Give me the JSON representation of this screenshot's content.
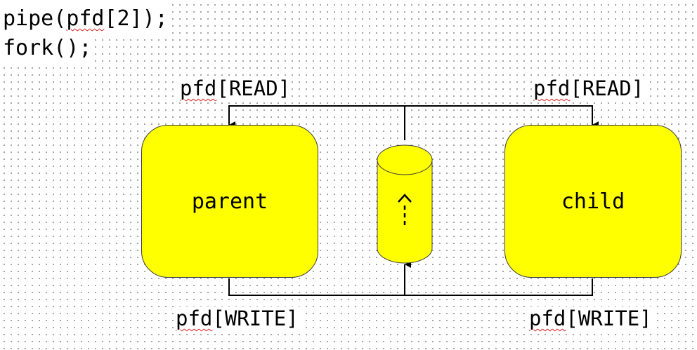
{
  "code": {
    "line1": {
      "before": "pipe(",
      "marked": "pfd",
      "after": "[2]);"
    },
    "line2": "fork();"
  },
  "labels": {
    "parent_read": {
      "marked": "pfd",
      "rest": "[READ]"
    },
    "child_read": {
      "marked": "pfd",
      "rest": "[READ]"
    },
    "parent_write": {
      "marked": "pfd",
      "rest": "[WRITE]"
    },
    "child_write": {
      "marked": "pfd",
      "rest": "[WRITE]"
    }
  },
  "processes": {
    "parent": "parent",
    "child": "child"
  },
  "colors": {
    "process_fill": "#ffff00",
    "pipe_fill": "#ffff00",
    "line": "#000000",
    "spellcheck": "#e02020"
  }
}
